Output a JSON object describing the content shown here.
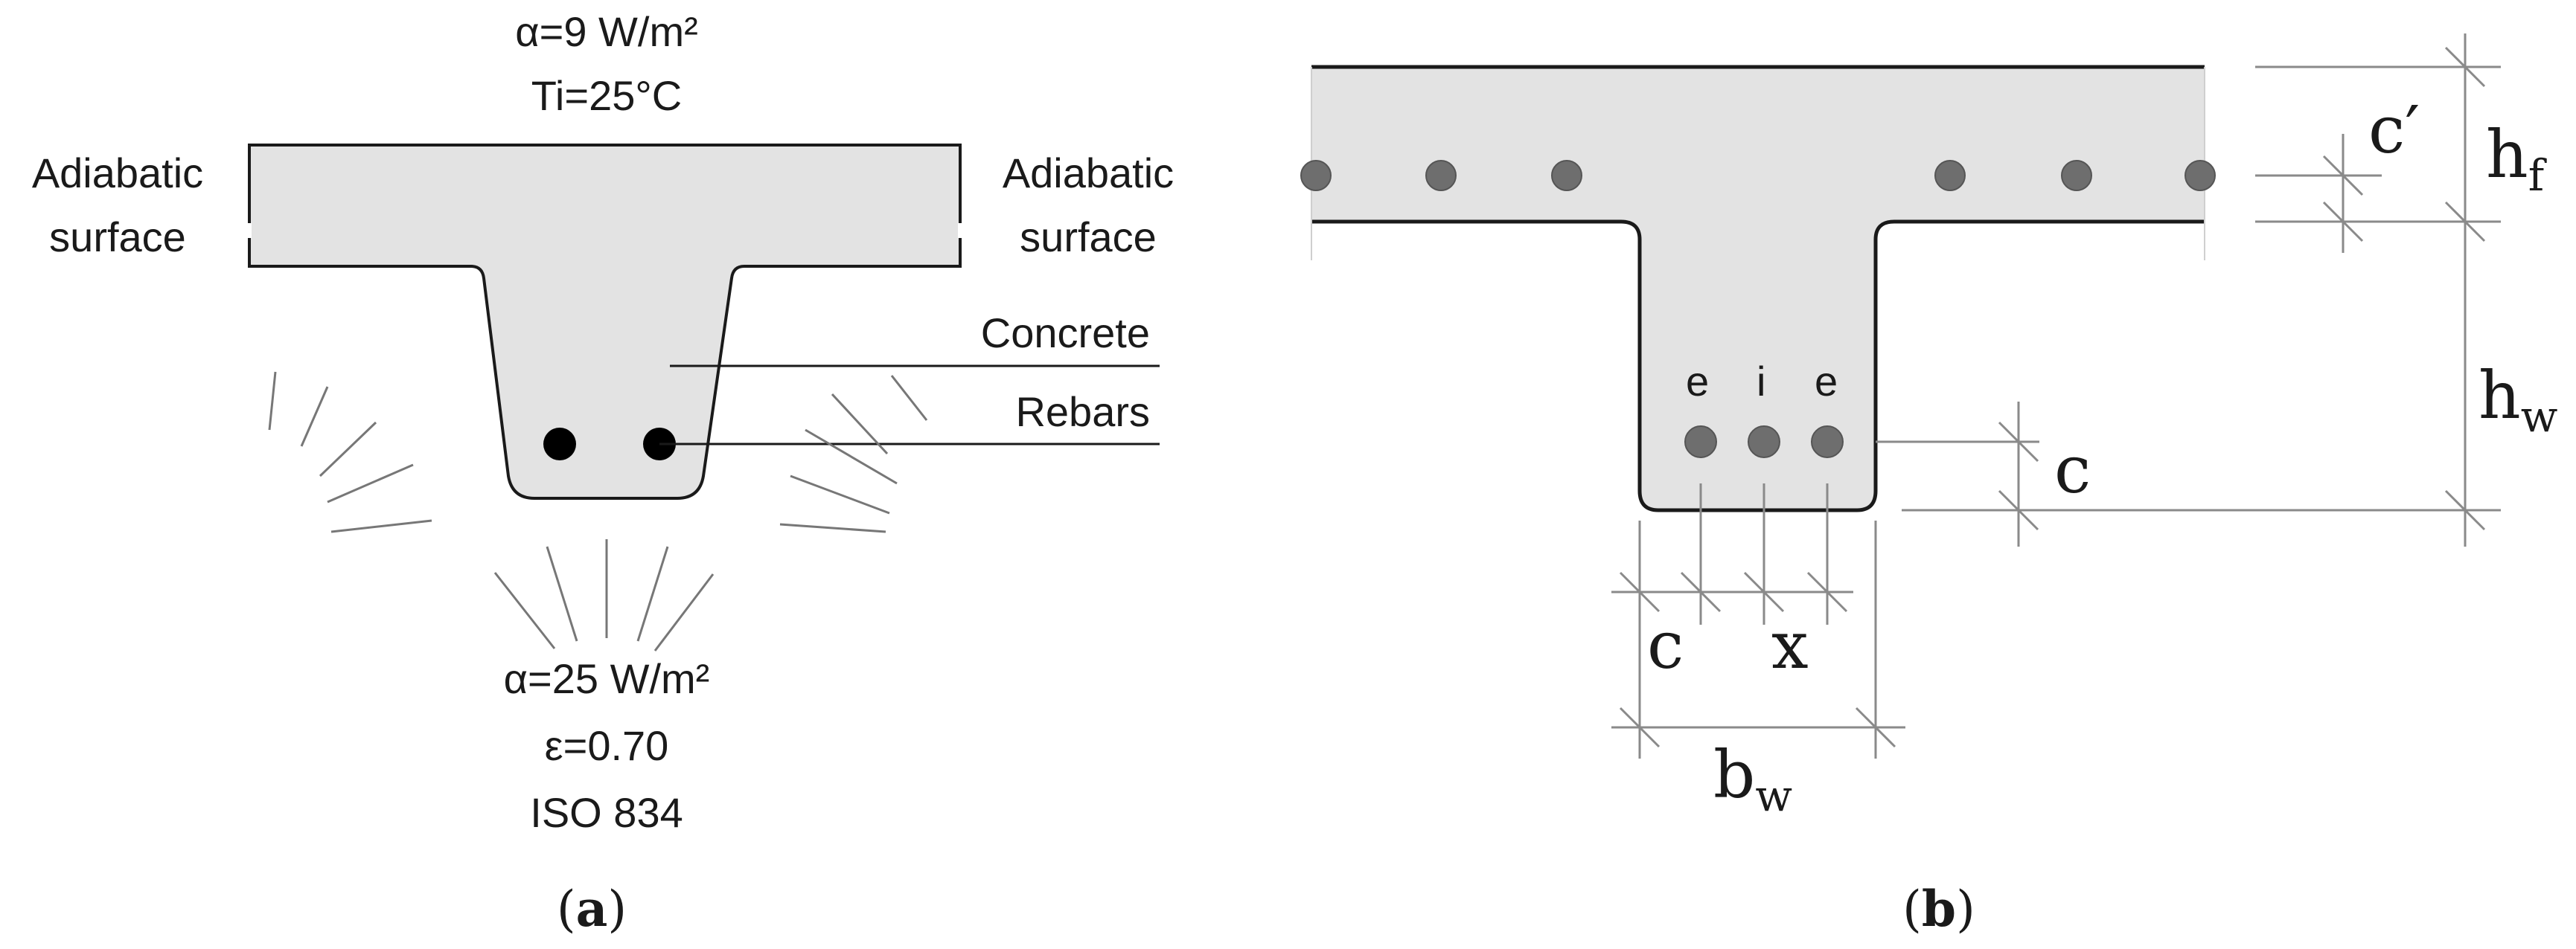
{
  "panel_a": {
    "top": {
      "alpha": "α=9 W/m²",
      "temp": "Ti=25°C"
    },
    "left_label": {
      "line1": "Adiabatic",
      "line2": "surface"
    },
    "right_label": {
      "line1": "Adiabatic",
      "line2": "surface"
    },
    "concrete_label": "Concrete",
    "rebars_label": "Rebars",
    "bottom": {
      "alpha": "α=25 W/m²",
      "emissivity": "ε=0.70",
      "curve": "ISO 834"
    },
    "caption": {
      "open": "(",
      "letter": "a",
      "close": ")"
    }
  },
  "panel_b": {
    "rebar_labels": [
      "e",
      "i",
      "e"
    ],
    "dims": {
      "c_prime": "c′",
      "h": "h",
      "f": "f",
      "w": "w",
      "c": "c",
      "x": "x",
      "b": "b"
    },
    "caption": {
      "open": "(",
      "letter": "b",
      "close": ")"
    }
  },
  "colors": {
    "concrete_fill": "#e3e3e3",
    "rebar_a": "#000000",
    "rebar_b": "#6e6e6e",
    "line": "#1a1a1a",
    "dim_line": "#8a8a8a"
  }
}
